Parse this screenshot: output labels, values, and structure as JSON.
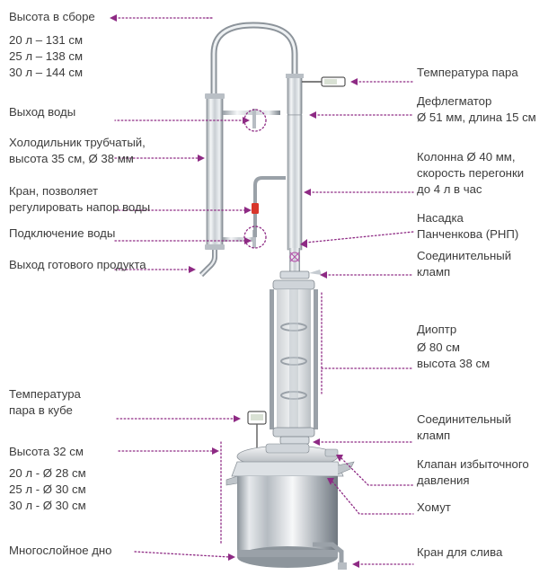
{
  "labels": {
    "assembled_height_title": "Высота в сборе",
    "assembled_height_lines": "20 л – 131 см\n25 л – 138 см\n30 л – 144 см",
    "water_out": "Выход воды",
    "condenser": "Холодильник трубчатый,\nвысота 35 см, Ø 38 мм",
    "valve": "Кран, позволяет\nрегулировать напор воды",
    "water_in": "Подключение воды",
    "product_out": "Выход готового продукта",
    "vapor_temp": "Температура пара",
    "dephlegmator": "Дефлегматор\nØ 51 мм, длина 15 см",
    "column": "Колонна Ø 40 мм,\nскорость перегонки\nдо 4 л в час",
    "packing": "Насадка\nПанченкова (РНП)",
    "clamp_top": "Соединительный\nкламп",
    "diopter_title": "Диоптр",
    "diopter_lines": "Ø 80 см\nвысота 38 см",
    "cube_temp": "Температура\nпара в кубе",
    "clamp_bottom": "Соединительный\nкламп",
    "pressure_valve": "Клапан избыточного\nдавления",
    "tank_height_title": "Высота 32 см",
    "tank_height_lines": "20 л - Ø 28 см\n25 л - Ø 30 см\n30 л - Ø 30 см",
    "clamp_ring": "Хомут",
    "bottom": "Многослойное дно",
    "drain": "Кран для слива"
  },
  "colors": {
    "accent": "#8e2a84",
    "text": "#3c3c3c",
    "steel_light": "#f2f4f6",
    "steel_dark": "#7c848c",
    "valve_red": "#d8362b"
  },
  "icons": {
    "arrowhead": "arrow-left-icon",
    "thermometer": "thermometer-icon"
  }
}
